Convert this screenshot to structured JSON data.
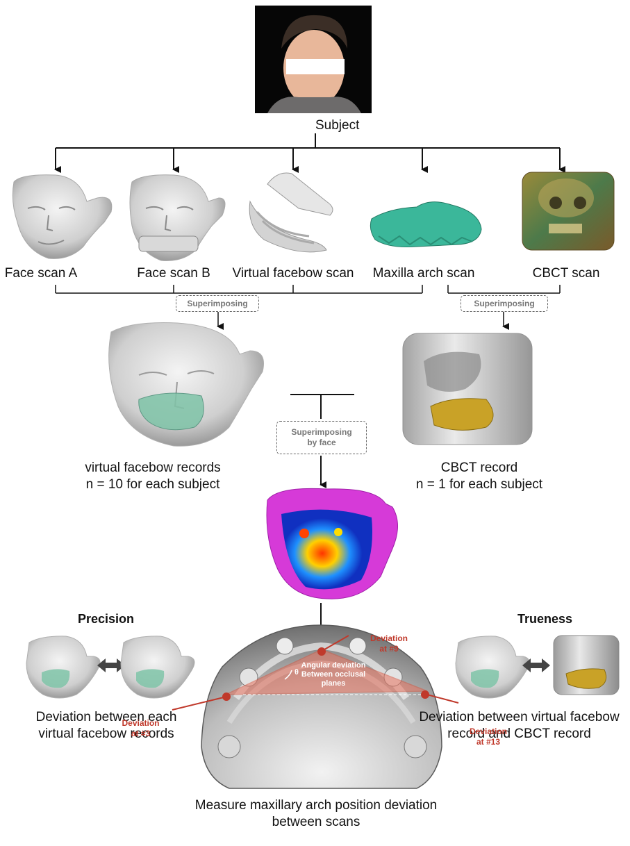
{
  "subject": {
    "label": "Subject"
  },
  "scans": [
    {
      "label": "Face scan A"
    },
    {
      "label": "Face scan B"
    },
    {
      "label": "Virtual facebow scan"
    },
    {
      "label": "Maxilla arch scan"
    },
    {
      "label": "CBCT scan"
    }
  ],
  "process": {
    "superimposing_left": "Superimposing",
    "superimposing_right": "Superimposing",
    "superimposing_face_line1": "Superimposing",
    "superimposing_face_line2": "by face"
  },
  "records": {
    "facebow_line1": "virtual facebow records",
    "facebow_line2": "n = 10 for each subject",
    "cbct_line1": "CBCT record",
    "cbct_line2": "n = 1 for each subject"
  },
  "precision": {
    "title": "Precision",
    "caption_line1": "Deviation between each",
    "caption_line2": "virtual facebow records"
  },
  "trueness": {
    "title": "Trueness",
    "caption_line1": "Deviation between virtual facebow",
    "caption_line2": "record and CBCT record"
  },
  "arch": {
    "dev9_line1": "Deviation",
    "dev9_line2": "at #9",
    "dev3_line1": "Deviation",
    "dev3_line2": "at #3",
    "dev13_line1": "Deviation",
    "dev13_line2": "at #13",
    "angular_line1": "Angular deviation",
    "angular_line2": "Between occlusal",
    "angular_line3": "planes",
    "theta": "θ"
  },
  "bottom": {
    "line1": "Measure maxillary arch position deviation",
    "line2": "between scans"
  },
  "colors": {
    "accent_red": "#c0392b",
    "arch_green": "#3bb79a",
    "cbct_gold": "#c9a227",
    "heatmap_magenta": "#d63ad8"
  }
}
